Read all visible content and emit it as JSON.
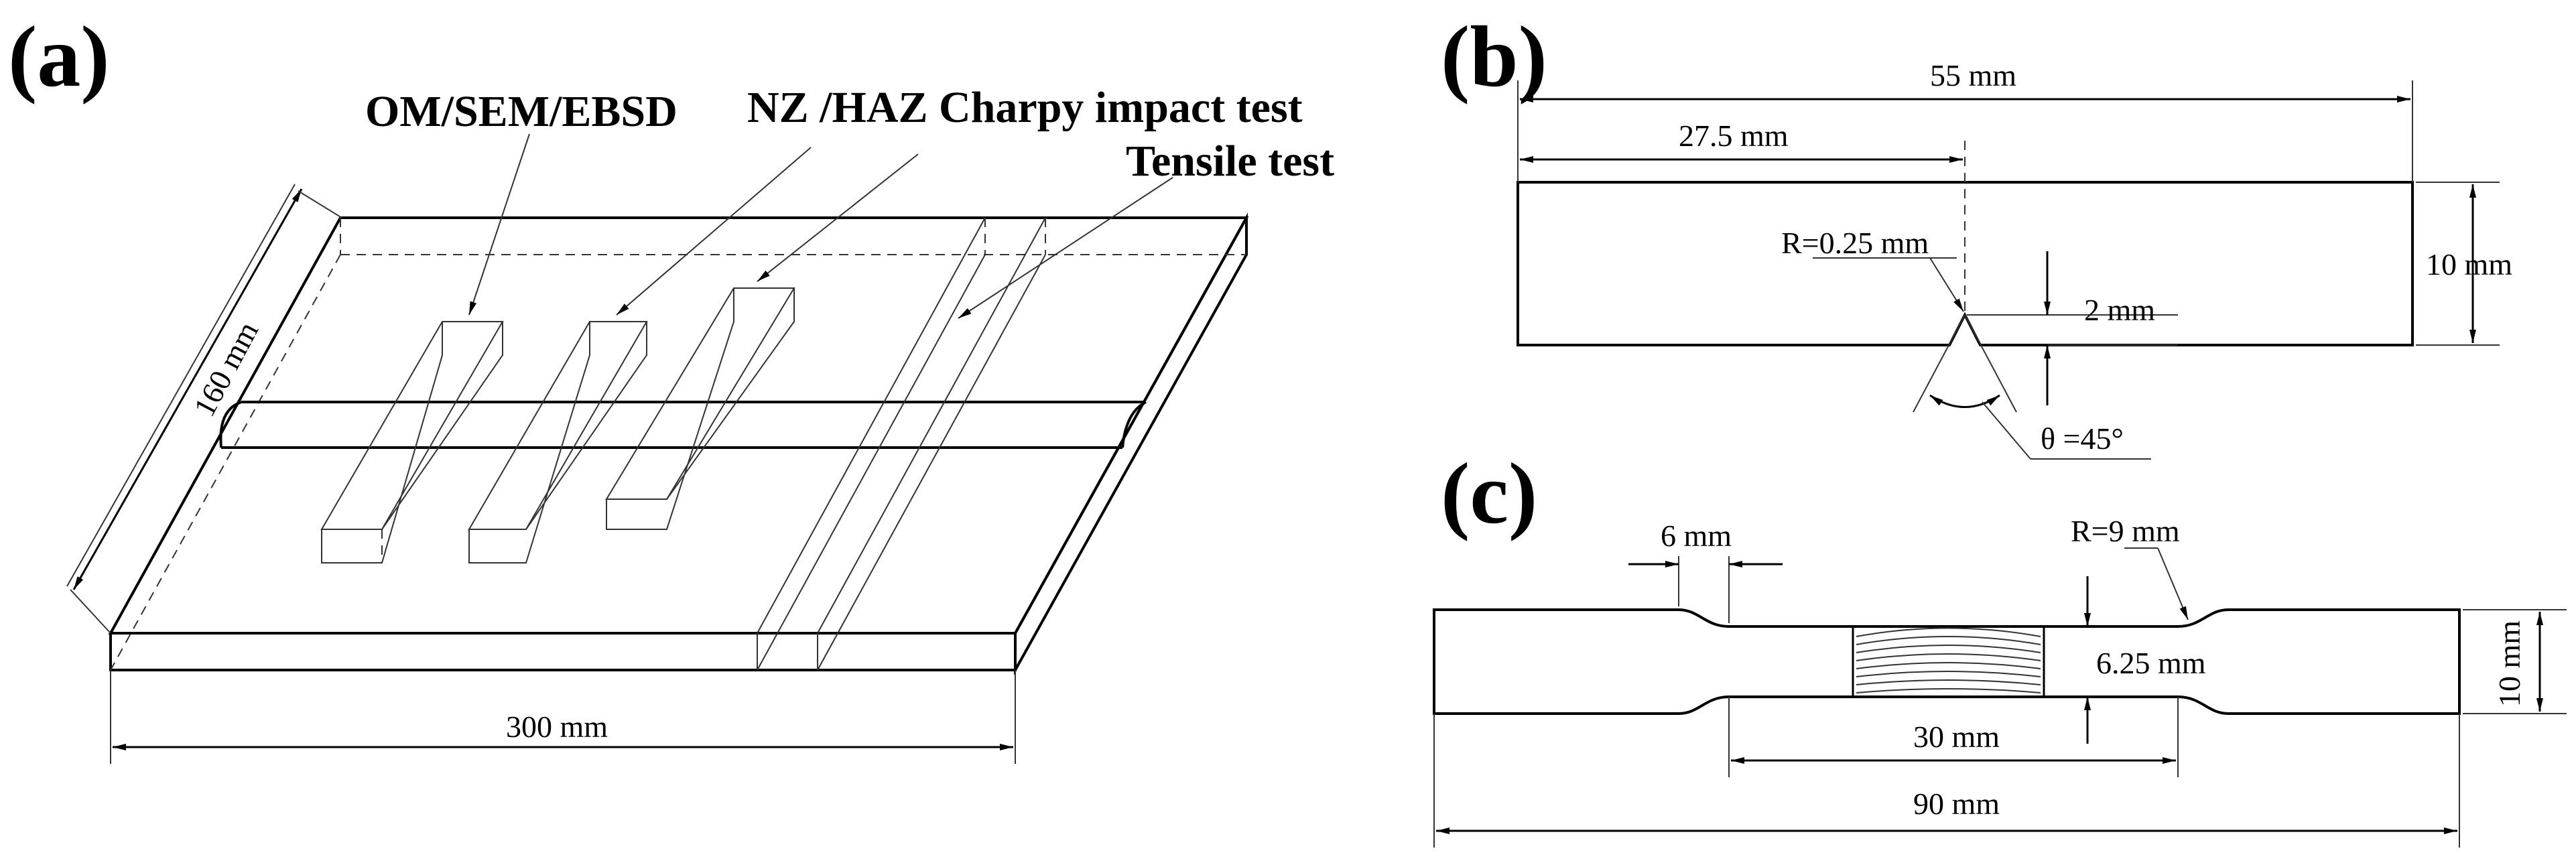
{
  "panels": {
    "a": {
      "tag": "(a)",
      "callouts": [
        "OM/SEM/EBSD",
        "NZ /HAZ Charpy impact test",
        "Tensile test"
      ],
      "dims": {
        "length": "300 mm",
        "width": "160 mm"
      }
    },
    "b": {
      "tag": "(b)",
      "dims": {
        "total": "55 mm",
        "half": "27.5 mm",
        "radius": "R=0.25 mm",
        "depth": "2 mm",
        "height": "10 mm",
        "angle": "θ =45°"
      }
    },
    "c": {
      "tag": "(c)",
      "dims": {
        "grip_trans": "6 mm",
        "fillet": "R=9 mm",
        "gauge_width": "6.25 mm",
        "height": "10 mm",
        "gauge_length": "30 mm",
        "total": "90 mm"
      }
    }
  }
}
